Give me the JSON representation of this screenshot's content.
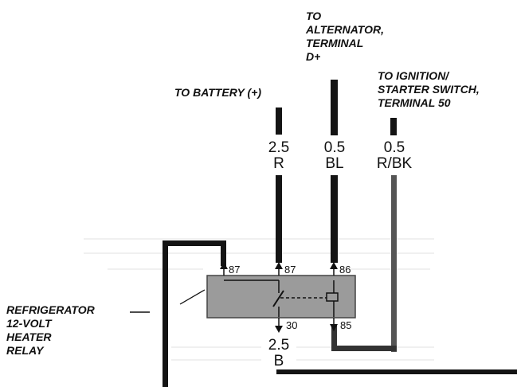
{
  "labels": {
    "alternator": [
      "TO",
      "ALTERNATOR,",
      "TERMINAL",
      "D+"
    ],
    "battery": "TO BATTERY (+)",
    "ignition": [
      "TO IGNITION/",
      "STARTER SWITCH,",
      "TERMINAL 50"
    ],
    "relay": [
      "REFRIGERATOR",
      "12-VOLT",
      "HEATER",
      "RELAY"
    ]
  },
  "wires": {
    "battery": {
      "gauge": "2.5",
      "color": "R"
    },
    "alternator": {
      "gauge": "0.5",
      "color": "BL"
    },
    "ignition": {
      "gauge": "0.5",
      "color": "R/BK"
    },
    "output": {
      "gauge": "2.5",
      "color": "B"
    }
  },
  "pins": {
    "p87a": "87",
    "p87b": "87",
    "p86": "86",
    "p30": "30",
    "p85": "85"
  },
  "colors": {
    "relay_fill": "#9b9b9b",
    "wire": "#141414",
    "ignition_wire": "#555555"
  }
}
